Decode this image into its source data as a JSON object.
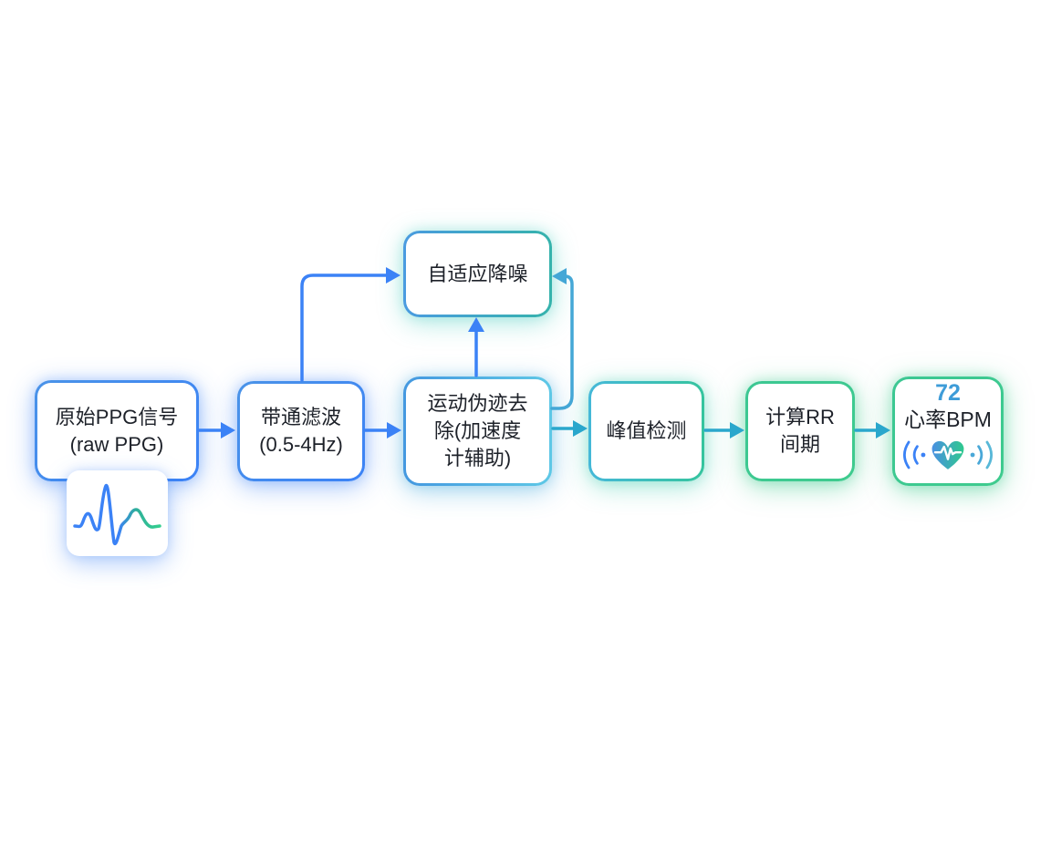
{
  "diagram": {
    "description": "PPG heart-rate signal processing pipeline flowchart",
    "nodes": {
      "raw": {
        "lines": [
          "原始PPG信号",
          "(raw PPG)"
        ]
      },
      "bandpass": {
        "lines": [
          "带通滤波",
          "(0.5-4Hz)"
        ]
      },
      "adaptive": {
        "lines": [
          "自适应降噪"
        ]
      },
      "motion": {
        "lines": [
          "运动伪迹去",
          "除(加速度",
          "计辅助)"
        ]
      },
      "peak": {
        "lines": [
          "峰值检测"
        ]
      },
      "rr": {
        "lines": [
          "计算RR",
          "间期"
        ]
      },
      "bpm": {
        "value": "72",
        "label": "心率BPM"
      }
    },
    "edges": [
      {
        "from": "raw",
        "to": "bandpass"
      },
      {
        "from": "bandpass",
        "to": "motion"
      },
      {
        "from": "bandpass",
        "to": "adaptive"
      },
      {
        "from": "motion",
        "to": "adaptive",
        "via": "up"
      },
      {
        "from": "motion",
        "to": "adaptive",
        "via": "right-feedback"
      },
      {
        "from": "motion",
        "to": "peak"
      },
      {
        "from": "peak",
        "to": "rr"
      },
      {
        "from": "rr",
        "to": "bpm"
      }
    ],
    "icons": {
      "waveform": "ppg-waveform-icon",
      "heart": "heartbeat-sound-waves-icon"
    },
    "colors": {
      "blue": "#3b82f6",
      "cyan_feedback": "#44a7d6",
      "teal_arrow": "#2aa7cc",
      "green_border": "#3ecb8e",
      "text": "#1d2129",
      "bpm_value_blue": "#3e9cd8",
      "wave_green": "#34c98e"
    }
  }
}
